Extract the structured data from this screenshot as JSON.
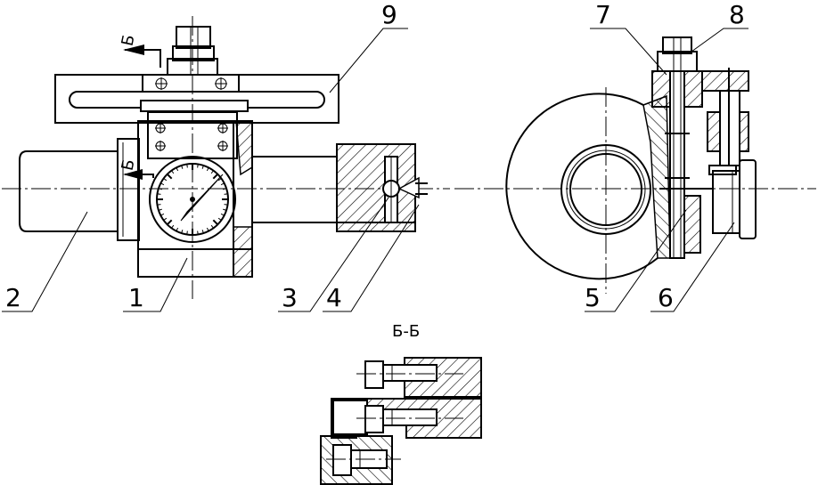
{
  "callouts": {
    "c1": "1",
    "c2": "2",
    "c3": "3",
    "c4": "4",
    "c5": "5",
    "c6": "6",
    "c7": "7",
    "c8": "8",
    "c9": "9"
  },
  "section": {
    "marker_top": "Б",
    "marker_mid": "Б",
    "title": "Б-Б"
  },
  "colors": {
    "line": "#000000",
    "background": "#ffffff"
  }
}
